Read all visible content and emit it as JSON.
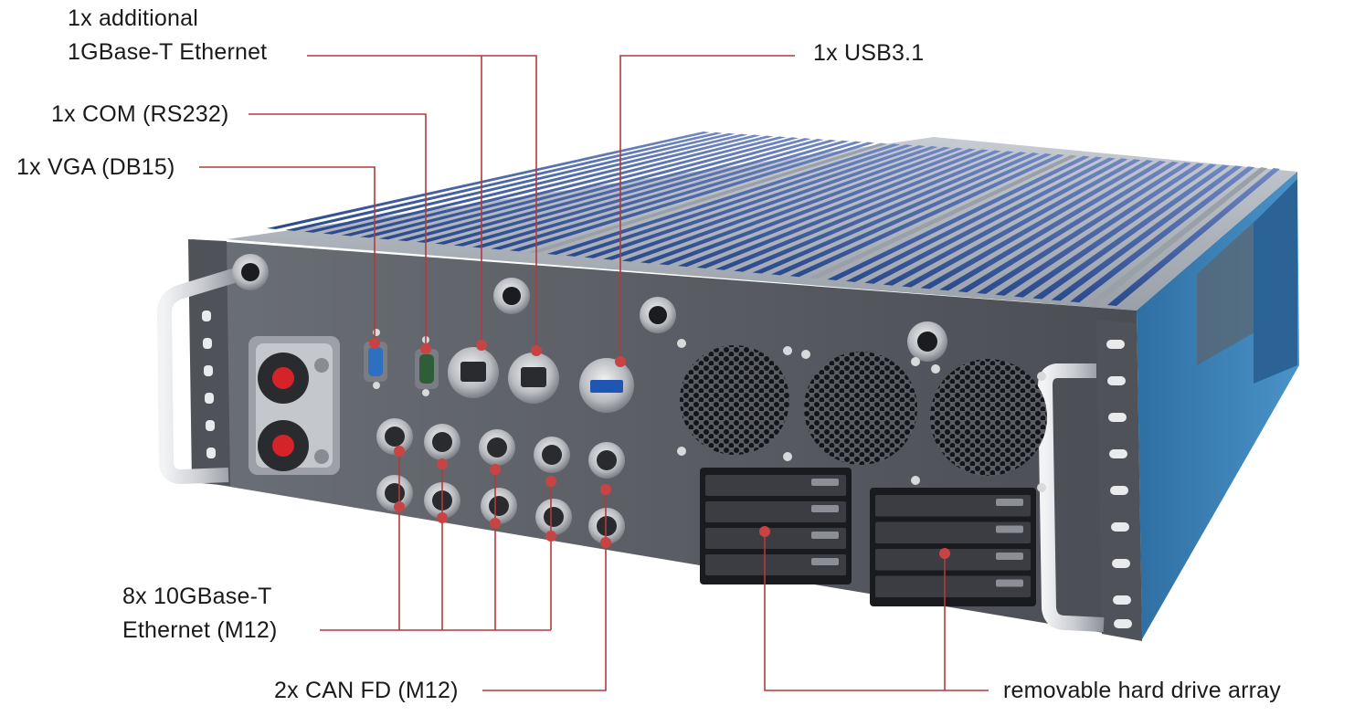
{
  "figure": {
    "subject": "embedded industrial computer",
    "leader_color": "#b23a3a",
    "panel_color": "#5c6066",
    "heatsink_color": "#3b5a9e",
    "side_accent_color": "#3a83b9"
  },
  "callouts": {
    "additional_ethernet": {
      "line1": "1x additional",
      "line2": "1GBase-T Ethernet"
    },
    "com": {
      "label": "1x COM (RS232)"
    },
    "vga": {
      "label": "1x VGA (DB15)"
    },
    "usb": {
      "label": "1x USB3.1"
    },
    "ethernet_m12": {
      "line1": "8x 10GBase-T",
      "line2": "Ethernet (M12)"
    },
    "can_fd": {
      "label": "2x CAN FD (M12)"
    },
    "drive_array": {
      "label": "removable hard drive array"
    }
  }
}
